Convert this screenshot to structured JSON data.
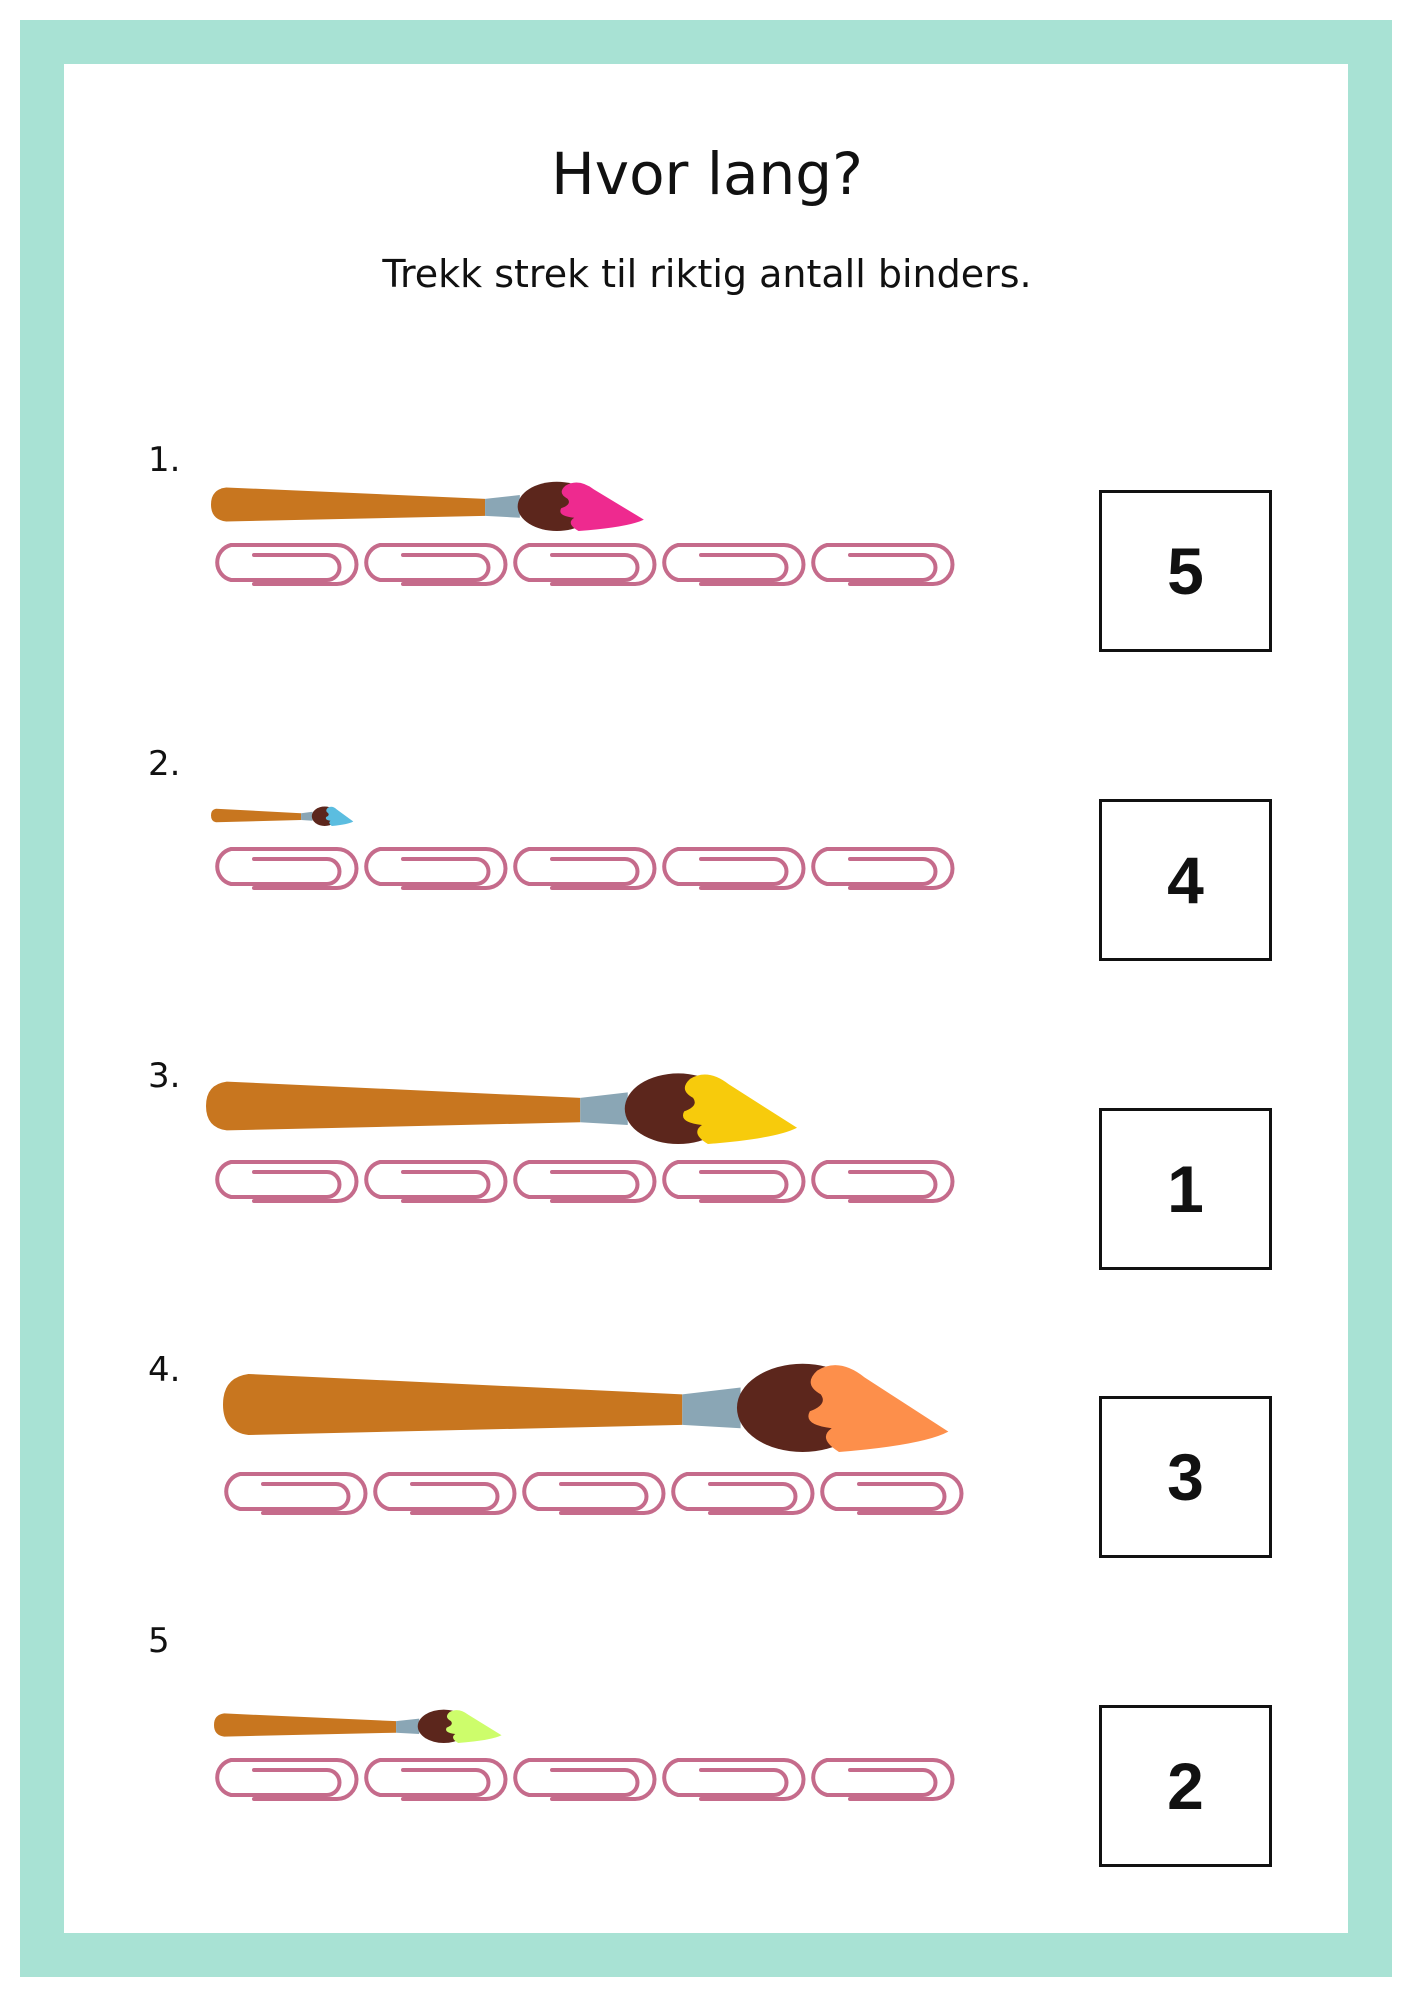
{
  "title": "Hvor lang?",
  "subtitle": "Trekk strek til riktig antall binders.",
  "colors": {
    "border": "#a8e2d4",
    "handle": "#c8761f",
    "ferrule": "#8aa6b5",
    "head": "#5c261c",
    "clip": "#c56b8b"
  },
  "items": [
    {
      "label": "1.",
      "answer": "5",
      "paint_color": "#ee2a8f",
      "clip_count": 5
    },
    {
      "label": "2.",
      "answer": "4",
      "paint_color": "#5bbde0",
      "clip_count": 5
    },
    {
      "label": "3.",
      "answer": "1",
      "paint_color": "#f7cb0c",
      "clip_count": 5
    },
    {
      "label": "4.",
      "answer": "3",
      "paint_color": "#fd8f4b",
      "clip_count": 5
    },
    {
      "label": "5",
      "answer": "2",
      "paint_color": "#cdfd6b",
      "clip_count": 5
    }
  ]
}
